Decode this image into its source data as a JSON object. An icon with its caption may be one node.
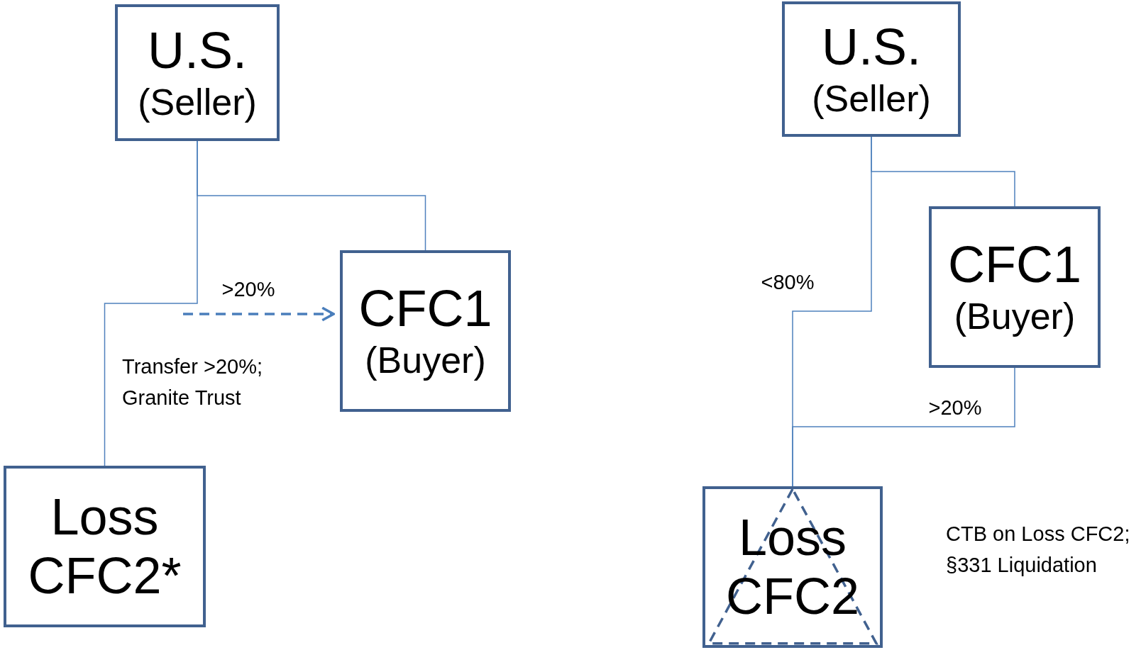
{
  "diagram": {
    "nodes": [
      {
        "text": [
          "U.S.",
          "(Seller)"
        ]
      },
      {
        "text": [
          "CFC1",
          "(Buyer)"
        ]
      },
      {
        "text": [
          "Loss CFC2*"
        ]
      },
      {
        "text": [
          "U.S.",
          "(Seller)"
        ]
      },
      {
        "text": [
          "CFC1",
          "(Buyer)"
        ]
      },
      {
        "text": [
          "Loss CFC2"
        ]
      }
    ],
    "edges": [
      {
        "from": 0,
        "to": 1,
        "arrow": "none"
      },
      {
        "from": 0,
        "to": 2,
        "arrow": "none"
      },
      {
        "from": null,
        "to": 1,
        "arrow": "to",
        "style": "dashed",
        "label": ">20%"
      },
      {
        "from": 3,
        "to": 4,
        "arrow": "none"
      },
      {
        "from": 3,
        "to": 5,
        "arrow": "none",
        "label": "<80%"
      },
      {
        "from": 4,
        "to": 5,
        "arrow": "none",
        "label": ">20%"
      }
    ],
    "labels": [
      "Transfer >20%; Granite Trust",
      "CTB on Loss CFC2; §331 Liquidation"
    ]
  }
}
